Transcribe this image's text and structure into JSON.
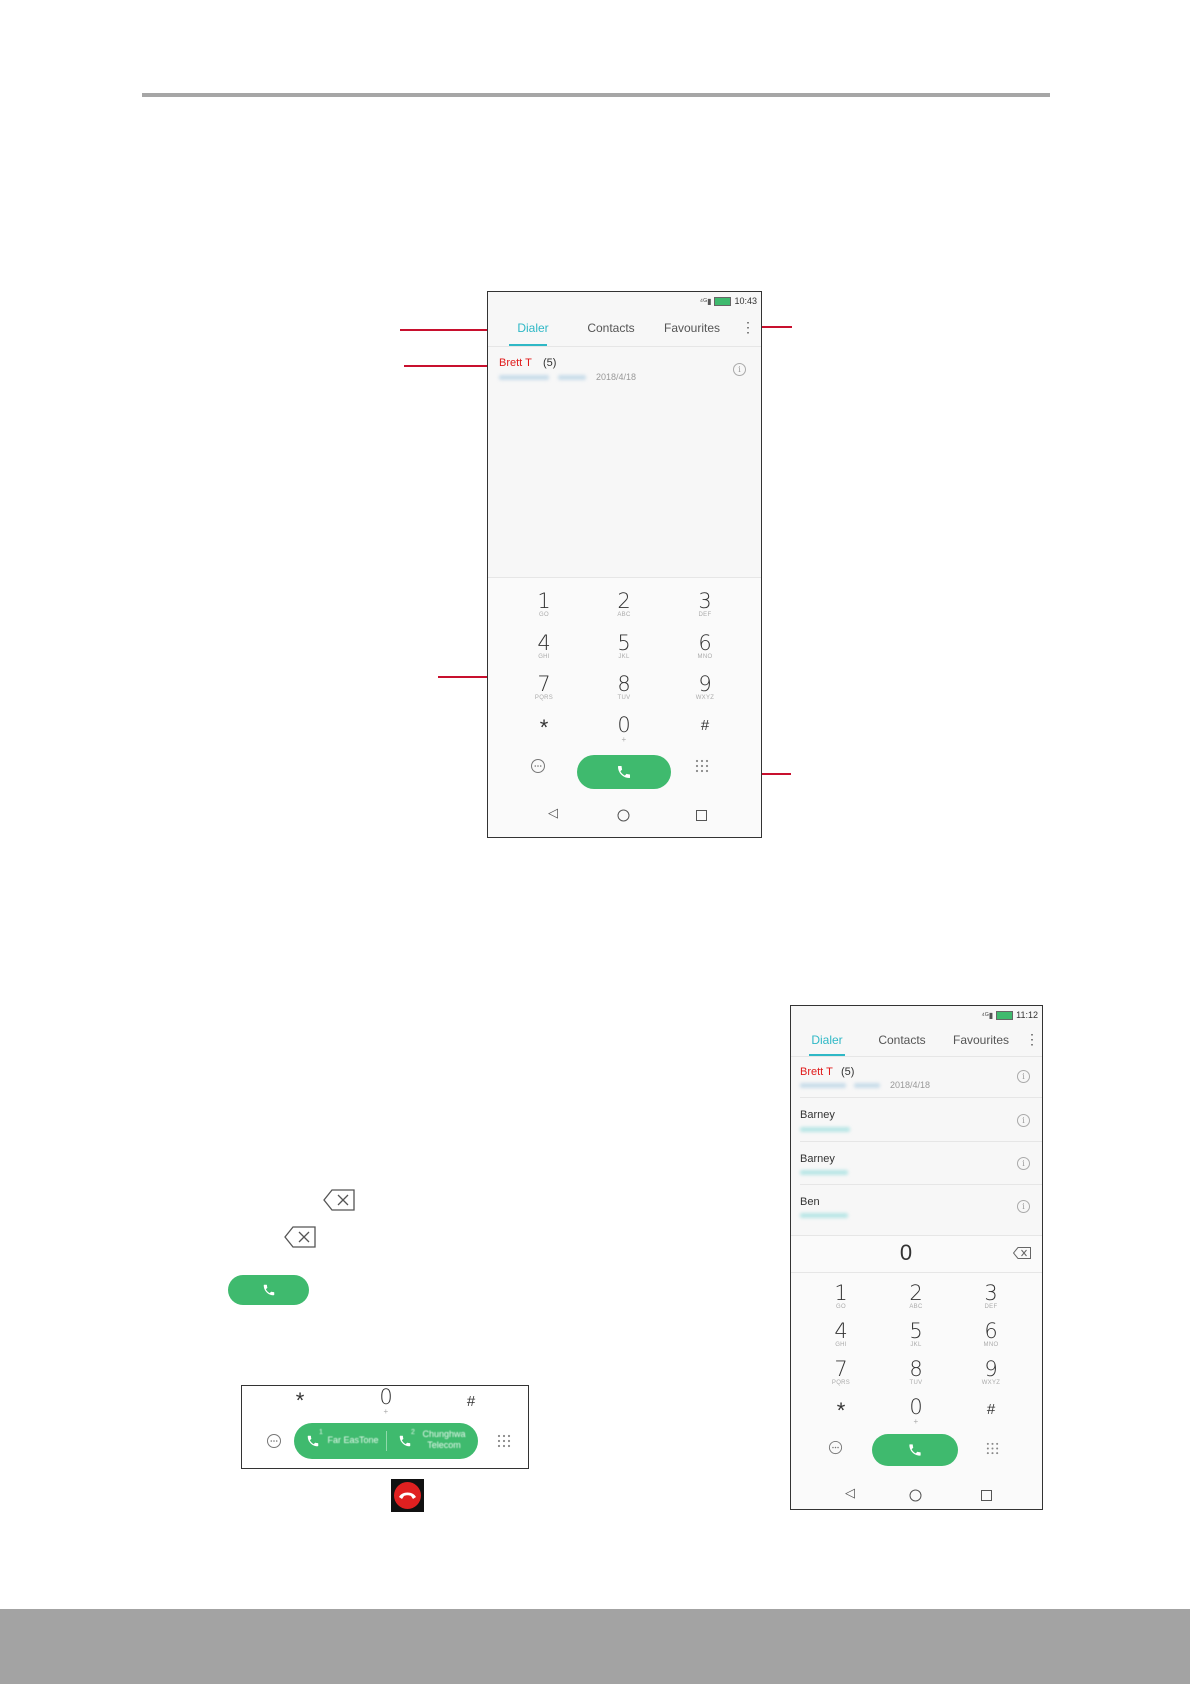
{
  "phone1": {
    "status": {
      "time": "10:43"
    },
    "tabs": [
      {
        "label": "Dialer"
      },
      {
        "label": "Contacts"
      },
      {
        "label": "Favourites"
      }
    ],
    "recent": {
      "name": "Brett T",
      "count": "(5)",
      "date": "2018/4/18"
    },
    "keys": [
      {
        "digit": "1",
        "letters": "GO"
      },
      {
        "digit": "2",
        "letters": "ABC"
      },
      {
        "digit": "3",
        "letters": "DEF"
      },
      {
        "digit": "4",
        "letters": "GHI"
      },
      {
        "digit": "5",
        "letters": "JKL"
      },
      {
        "digit": "6",
        "letters": "MNO"
      },
      {
        "digit": "7",
        "letters": "PQRS"
      },
      {
        "digit": "8",
        "letters": "TUV"
      },
      {
        "digit": "9",
        "letters": "WXYZ"
      }
    ],
    "star": "*",
    "zero": "0",
    "zero_sub": "+",
    "hash": "#"
  },
  "phone2": {
    "status": {
      "time": "11:12"
    },
    "tabs": [
      {
        "label": "Dialer"
      },
      {
        "label": "Contacts"
      },
      {
        "label": "Favourites"
      }
    ],
    "contacts": [
      {
        "name": "Brett T",
        "count": "(5)",
        "date": "2018/4/18"
      },
      {
        "name": "Barney"
      },
      {
        "name": "Barney"
      },
      {
        "name": "Ben"
      }
    ],
    "entered": "0",
    "keys": [
      {
        "digit": "1",
        "letters": "GO"
      },
      {
        "digit": "2",
        "letters": "ABC"
      },
      {
        "digit": "3",
        "letters": "DEF"
      },
      {
        "digit": "4",
        "letters": "GHI"
      },
      {
        "digit": "5",
        "letters": "JKL"
      },
      {
        "digit": "6",
        "letters": "MNO"
      },
      {
        "digit": "7",
        "letters": "PQRS"
      },
      {
        "digit": "8",
        "letters": "TUV"
      },
      {
        "digit": "9",
        "letters": "WXYZ"
      }
    ],
    "star": "*",
    "zero": "0",
    "zero_sub": "+",
    "hash": "#"
  },
  "dualsim": {
    "star": "*",
    "zero": "0",
    "zero_sub": "+",
    "hash": "#",
    "sim1_index": "1",
    "sim1_label": "Far EasTone",
    "sim2_index": "2",
    "sim2_label": "Chunghwa Telecom"
  },
  "colors": {
    "accent": "#2fb8c6",
    "call_green": "#3fba6e",
    "callout_red": "#c8102e",
    "name_red": "#e01b1b"
  },
  "icons": [
    "more-vert-icon",
    "info-icon",
    "message-icon",
    "phone-icon",
    "dialpad-icon",
    "backspace-icon",
    "end-call-icon",
    "nav-back-icon",
    "nav-home-icon",
    "nav-recents-icon"
  ]
}
